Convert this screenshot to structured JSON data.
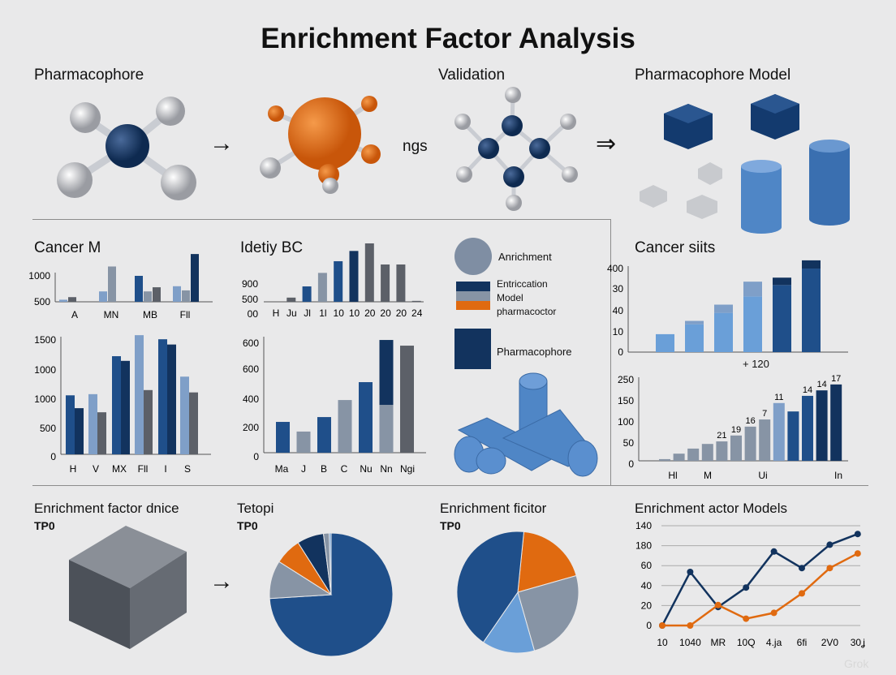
{
  "title": "Enrichment Factor Analysis",
  "watermark": "Grok",
  "top_row": {
    "left_label": "Pharmacophore",
    "mid_label": "Validation",
    "mid_text": "ngs",
    "right_label": "Pharmacophore Model",
    "arrow1": "→",
    "arrow2": "⇒"
  },
  "legend": {
    "items": [
      "Anrichment",
      "Entriccation",
      "Model",
      "pharmacoctor",
      "Pharmacophore"
    ]
  },
  "colors": {
    "navy": "#12335e",
    "blue": "#1f4f8a",
    "light": "#7f9fc8",
    "lightblue": "#6a9fd8",
    "gray": "#8794a5",
    "dkgray": "#5c6068",
    "orange": "#e06a10"
  },
  "charts": {
    "c1": {
      "title": "Cancer M",
      "ylim": [
        500,
        1000
      ],
      "ytick_labels": [
        "500",
        "1000"
      ],
      "categories": [
        "A",
        "MN",
        "MB",
        "Fll"
      ],
      "groups": [
        [
          [
            540,
            "light"
          ],
          [
            590,
            "dkgray"
          ]
        ],
        [
          [
            700,
            "light"
          ],
          [
            1180,
            "gray"
          ]
        ],
        [
          [
            1000,
            "blue"
          ],
          [
            700,
            "gray"
          ],
          [
            780,
            "dkgray"
          ]
        ],
        [
          [
            800,
            "light"
          ],
          [
            720,
            "gray"
          ],
          [
            1420,
            "navy"
          ]
        ]
      ]
    },
    "c2": {
      "title": "Idetiy BC",
      "ylim": [
        500,
        900
      ],
      "ytick_labels": [
        "00",
        "500",
        "900"
      ],
      "categories": [
        "H",
        "Ju",
        "Jl",
        "1l",
        "10",
        "10",
        "20",
        "20",
        "20",
        "24"
      ],
      "bars": [
        [
          null,
          ""
        ],
        [
          590,
          "dkgray"
        ],
        [
          830,
          "blue"
        ],
        [
          1120,
          "gray"
        ],
        [
          1370,
          "blue"
        ],
        [
          1590,
          "navy"
        ],
        [
          1810,
          "dkgray"
        ],
        [
          1300,
          "dkgray"
        ],
        [
          1300,
          "dkgray"
        ],
        [
          520,
          "dkgray"
        ]
      ]
    },
    "c3": {
      "ylim": [
        0,
        2000
      ],
      "ytick_labels": [
        "0",
        "500",
        "1000",
        "1000",
        "1500"
      ],
      "categories": [
        "H",
        "V",
        "MX",
        "Fll",
        "I",
        "S"
      ],
      "groups": [
        [
          [
            1010,
            "blue"
          ],
          [
            790,
            "navy"
          ]
        ],
        [
          [
            1030,
            "light"
          ],
          [
            720,
            "dkgray"
          ]
        ],
        [
          [
            1680,
            "blue"
          ],
          [
            1600,
            "navy"
          ]
        ],
        [
          [
            2040,
            "light"
          ],
          [
            1100,
            "dkgray"
          ]
        ],
        [
          [
            1970,
            "blue"
          ],
          [
            1880,
            "navy"
          ]
        ],
        [
          [
            1330,
            "light"
          ],
          [
            1060,
            "dkgray"
          ]
        ]
      ]
    },
    "c4": {
      "ylim": [
        0,
        800
      ],
      "ytick_labels": [
        "0",
        "200",
        "400",
        "600",
        "600"
      ],
      "categories": [
        "Ma",
        "J",
        "B",
        "C",
        "Nu",
        "Nn",
        "Ngi"
      ],
      "bars": [
        [
          [
            217,
            "blue"
          ]
        ],
        [
          [
            149,
            "gray"
          ]
        ],
        [
          [
            251,
            "blue"
          ]
        ],
        [
          [
            371,
            "gray"
          ]
        ],
        [
          [
            497,
            "blue"
          ]
        ],
        [
          [
            337,
            "gray"
          ],
          [
            794,
            "navy"
          ]
        ],
        [
          [
            754,
            "dkgray"
          ]
        ]
      ]
    },
    "c5": {
      "title": "Cancer siits",
      "ylim": [
        0,
        400
      ],
      "ytick_labels": [
        "0",
        "10",
        "40",
        "30",
        "400"
      ],
      "note": "+ 120",
      "bars": [
        [
          [
            85,
            "lightblue"
          ]
        ],
        [
          [
            132,
            "lightblue"
          ],
          [
            148,
            "light"
          ]
        ],
        [
          [
            186,
            "lightblue"
          ],
          [
            225,
            "light"
          ]
        ],
        [
          [
            264,
            "lightblue"
          ],
          [
            334,
            "light"
          ]
        ],
        [
          [
            318,
            "blue"
          ],
          [
            353,
            "navy"
          ]
        ],
        [
          [
            396,
            "blue"
          ],
          [
            435,
            "navy"
          ]
        ]
      ]
    },
    "c6": {
      "ylim": [
        0,
        200
      ],
      "ytick_labels": [
        "0",
        "50",
        "100",
        "150",
        "250"
      ],
      "categories": [
        "Hl",
        "M",
        "Ui",
        "In"
      ],
      "bars": [
        [
          4,
          "gray",
          ""
        ],
        [
          17,
          "gray",
          ""
        ],
        [
          29,
          "gray",
          ""
        ],
        [
          40,
          "gray",
          ""
        ],
        [
          46,
          "gray",
          "21"
        ],
        [
          60,
          "gray",
          "19"
        ],
        [
          81,
          "gray",
          "16"
        ],
        [
          98,
          "gray",
          "7"
        ],
        [
          137,
          "light",
          "11"
        ],
        [
          117,
          "blue",
          ""
        ],
        [
          154,
          "blue",
          "14"
        ],
        [
          167,
          "navy",
          "14"
        ],
        [
          181,
          "navy",
          "17"
        ]
      ]
    },
    "pie1": {
      "title": "Tetopi",
      "sub": "TP0",
      "slices": [
        [
          74,
          "blue"
        ],
        [
          10,
          "gray"
        ],
        [
          7,
          "orange"
        ],
        [
          7,
          "navy"
        ],
        [
          1.5,
          "gray"
        ],
        [
          0.5,
          "lightblue"
        ]
      ]
    },
    "pie2": {
      "title": "Enrichment ficitor",
      "sub": "TP0",
      "slices": [
        [
          19,
          "orange"
        ],
        [
          25,
          "gray"
        ],
        [
          14,
          "lightblue"
        ],
        [
          42,
          "blue"
        ]
      ]
    },
    "cube": {
      "title": "Enrichment factor dnice",
      "sub": "TP0",
      "arrow": "→"
    },
    "line": {
      "title": "Enrichment actor Models",
      "ylim": [
        0,
        100
      ],
      "ytick_labels": [
        "0",
        "20",
        "40",
        "60",
        "180",
        "140"
      ],
      "categories": [
        "10",
        "1040",
        "MR",
        "10Q",
        "4.ja",
        "6fi",
        "2V0",
        "30ʝ"
      ],
      "series": [
        {
          "color": "navy",
          "values": [
            0,
            55,
            19,
            39,
            76,
            59,
            83,
            94
          ]
        },
        {
          "color": "orange",
          "values": [
            0,
            0,
            21,
            7,
            13,
            33,
            59,
            74
          ]
        }
      ]
    }
  }
}
